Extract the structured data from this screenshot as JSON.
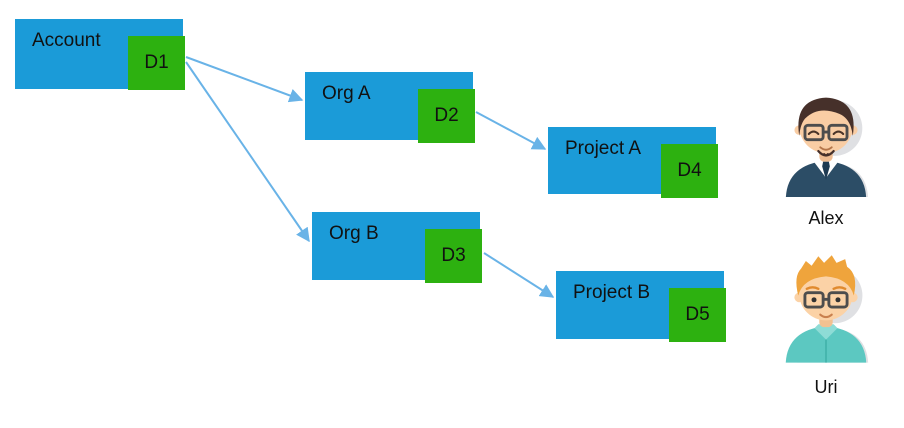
{
  "diagram": {
    "nodes": [
      {
        "id": "account",
        "label": "Account",
        "badge": "D1"
      },
      {
        "id": "org-a",
        "label": "Org A",
        "badge": "D2"
      },
      {
        "id": "project-a",
        "label": "Project A",
        "badge": "D4"
      },
      {
        "id": "org-b",
        "label": "Org B",
        "badge": "D3"
      },
      {
        "id": "project-b",
        "label": "Project B",
        "badge": "D5"
      }
    ],
    "edges": [
      {
        "from": "Account (D1)",
        "to": "Org A"
      },
      {
        "from": "Account (D1)",
        "to": "Org B"
      },
      {
        "from": "Org A (D2)",
        "to": "Project A"
      },
      {
        "from": "Org B (D3)",
        "to": "Project B"
      }
    ],
    "colors": {
      "node_fill": "#1b9bd8",
      "node_back_fill": "#4aaede",
      "badge_fill": "#2db110",
      "arrow": "#69b3e7",
      "text": "#111111"
    }
  },
  "users": [
    {
      "name": "Alex"
    },
    {
      "name": "Uri"
    }
  ]
}
